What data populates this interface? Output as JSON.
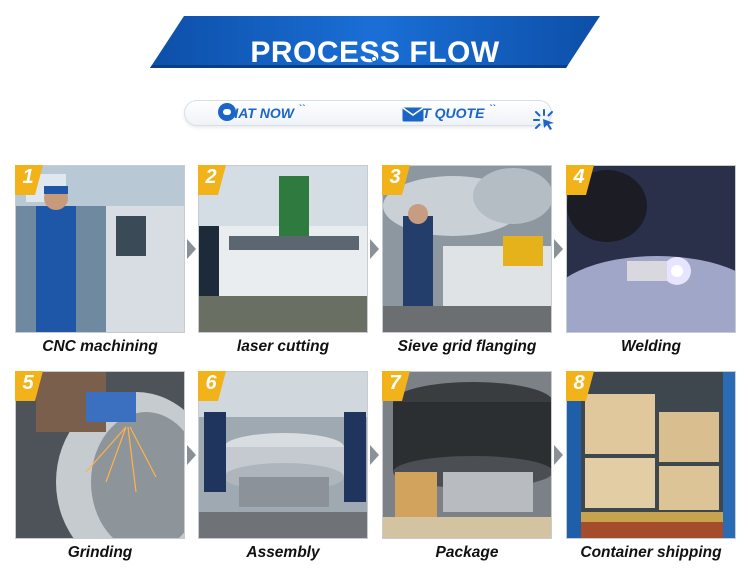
{
  "banner": {
    "title": "PROCESS FLOW"
  },
  "actions": {
    "chat_label": "CHAT NOW",
    "quote_label": "GET QUOTE",
    "ticks": "``"
  },
  "colors": {
    "brand_blue": "#1b64c8",
    "banner_blue": "#1259b8",
    "badge_yellow": "#f2b21a"
  },
  "steps": [
    {
      "number": "1",
      "caption": "CNC machining"
    },
    {
      "number": "2",
      "caption": "laser cutting"
    },
    {
      "number": "3",
      "caption": "Sieve grid flanging"
    },
    {
      "number": "4",
      "caption": "Welding"
    },
    {
      "number": "5",
      "caption": "Grinding"
    },
    {
      "number": "6",
      "caption": "Assembly"
    },
    {
      "number": "7",
      "caption": "Package"
    },
    {
      "number": "8",
      "caption": "Container shipping"
    }
  ]
}
